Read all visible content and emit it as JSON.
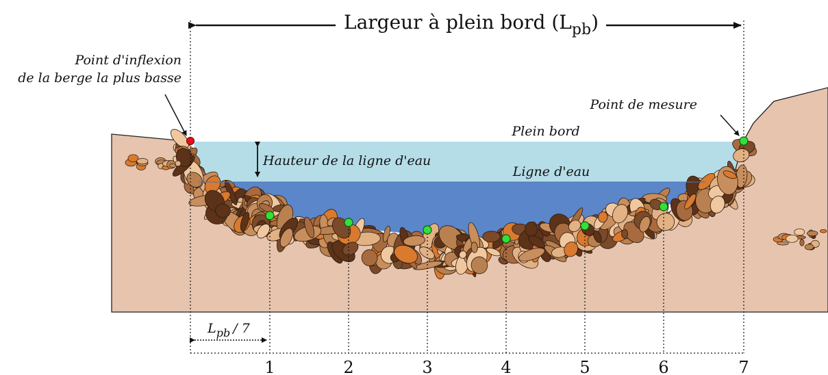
{
  "title": {
    "label": "Largeur à plein bord (L",
    "subscript": "pb",
    "close": ")"
  },
  "annotations": {
    "inflection_line1": "Point d'inflexion",
    "inflection_line2": "de la berge la plus basse",
    "measure_point": "Point de mesure",
    "bankfull": "Plein bord",
    "water_height": "Hauteur de la ligne d'eau",
    "water_line": "Ligne d'eau"
  },
  "interval_label": {
    "symbol": "L",
    "subscript": "pb",
    "divisor": "/ 7"
  },
  "measurement_points": [
    "1",
    "2",
    "3",
    "4",
    "5",
    "6",
    "7"
  ],
  "colors": {
    "bankfull_water": "#b5dde7",
    "water": "#5b86c9",
    "bank": "#e6c4ae",
    "inflection_marker": "#e8101c",
    "measure_marker": "#33e03a"
  }
}
